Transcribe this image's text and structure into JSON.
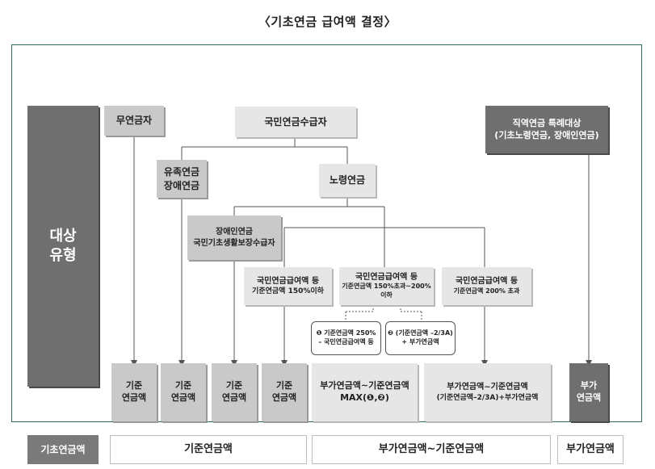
{
  "title": "〈기초연금 급여액 결정〉",
  "side_label": {
    "line1": "대상",
    "line2": "유형"
  },
  "nodes": {
    "no_pension": "무연금자",
    "nps_recipient": "국민연금수급자",
    "special_occupational": {
      "line1": "직역연금 특례대상",
      "line2": "(기초노령연금, 장애인연금)"
    },
    "survivor_disability": {
      "line1": "유족연금",
      "line2": "장애연금"
    },
    "old_age": "노령연금",
    "disability_livelihood": {
      "line1": "장애인연금",
      "line2": "국민기초생활보장수급자"
    },
    "nps_benefit_150": {
      "line1": "국민연금급여액 등",
      "line2": "기준연금액 150%이하"
    },
    "nps_benefit_150_200": {
      "line1": "국민연금급여액 등",
      "line2": "기준연금액 150%초과~200%이하"
    },
    "nps_benefit_200": {
      "line1": "국민연금급여액 등",
      "line2": "기준연금액 200% 초과"
    },
    "note1": {
      "line1": "❶ 기준연금액 250%",
      "line2": "– 국민연금급여액 등"
    },
    "note2": {
      "line1": "❷ (기준연금액 –2/3A)",
      "line2": "+ 부가연금액"
    }
  },
  "outcomes": {
    "base1": {
      "line1": "기준",
      "line2": "연금액"
    },
    "base2": {
      "line1": "기준",
      "line2": "연금액"
    },
    "base3": {
      "line1": "기준",
      "line2": "연금액"
    },
    "base4": {
      "line1": "기준",
      "line2": "연금액"
    },
    "max_formula": {
      "line1": "부가연금액~기준연금액",
      "line2": "MAX(❶,❷)"
    },
    "range_formula": {
      "line1": "부가연금액~기준연금액",
      "line2": "(기준연금액–2/3A)+부가연금액"
    },
    "additional": {
      "line1": "부가",
      "line2": "연금액"
    }
  },
  "bottom_bar": {
    "label": "기초연금액",
    "base": "기준연금액",
    "range": "부가연금액~기준연금액",
    "additional": "부가연금액"
  }
}
